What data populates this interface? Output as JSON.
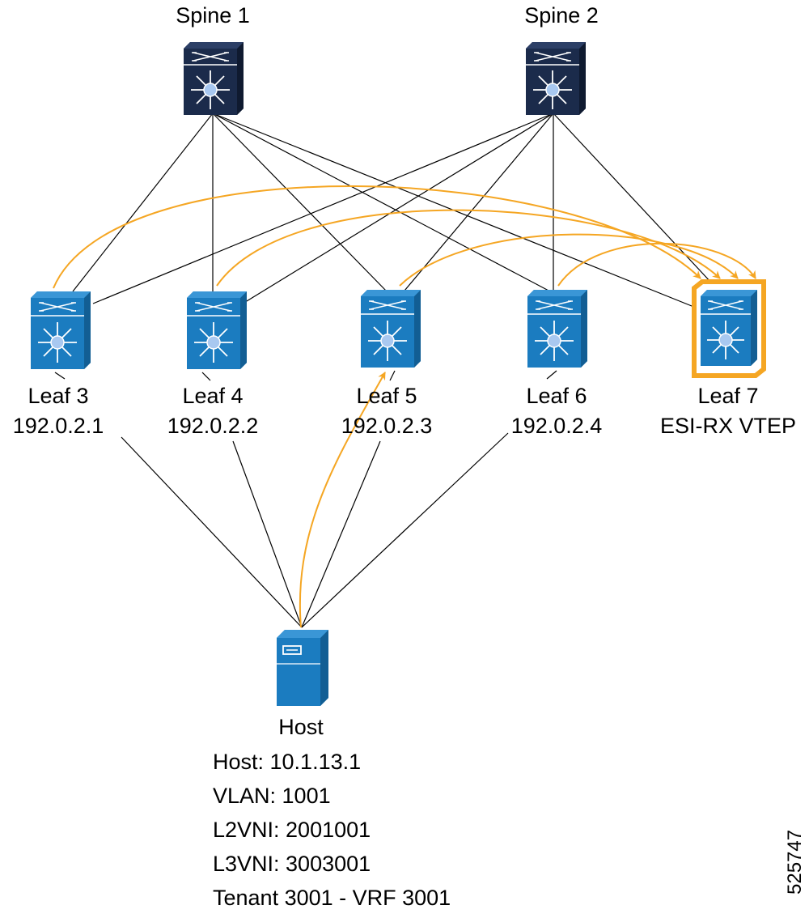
{
  "spines": [
    {
      "name": "Spine 1"
    },
    {
      "name": "Spine 2"
    }
  ],
  "leaves": [
    {
      "name": "Leaf 3",
      "sub": "192.0.2.1"
    },
    {
      "name": "Leaf 4",
      "sub": "192.0.2.2"
    },
    {
      "name": "Leaf 5",
      "sub": "192.0.2.3"
    },
    {
      "name": "Leaf 6",
      "sub": "192.0.2.4"
    },
    {
      "name": "Leaf 7",
      "sub": "ESI-RX VTEP",
      "highlight": true
    }
  ],
  "host": {
    "name": "Host",
    "details": [
      "Host: 10.1.13.1",
      "VLAN: 1001",
      "L2VNI: 2001001",
      "L3VNI: 3003001",
      "Tenant 3001 - VRF 3001"
    ]
  },
  "figure_id": "525747",
  "colors": {
    "spine": "#1b2b4b",
    "leaf": "#1b7cc0",
    "host": "#1b7cc0",
    "highlight": "#f5a623",
    "flow": "#f5a623"
  }
}
